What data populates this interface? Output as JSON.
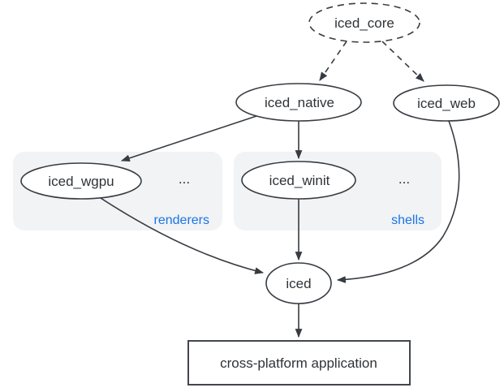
{
  "colors": {
    "background": "#ffffff",
    "stroke": "#373c42",
    "text": "#2f3337",
    "accent_blue": "#1a73e8",
    "group_fill": "#f1f3f4"
  },
  "nodes": {
    "iced_core": {
      "label": "iced_core",
      "shape": "ellipse-dashed"
    },
    "iced_native": {
      "label": "iced_native",
      "shape": "ellipse"
    },
    "iced_web": {
      "label": "iced_web",
      "shape": "ellipse"
    },
    "iced_wgpu": {
      "label": "iced_wgpu",
      "shape": "ellipse"
    },
    "iced_winit": {
      "label": "iced_winit",
      "shape": "ellipse"
    },
    "iced": {
      "label": "iced",
      "shape": "ellipse"
    }
  },
  "groups": {
    "renderers": {
      "label": "renderers",
      "ellipsis": "...",
      "members": [
        "iced_wgpu"
      ]
    },
    "shells": {
      "label": "shells",
      "ellipsis": "...",
      "members": [
        "iced_winit"
      ]
    }
  },
  "app_box": {
    "label": "cross-platform application"
  },
  "edges": [
    {
      "from": "iced_core",
      "to": "iced_native",
      "style": "dashed"
    },
    {
      "from": "iced_core",
      "to": "iced_web",
      "style": "dashed"
    },
    {
      "from": "iced_native",
      "to": "iced_wgpu",
      "style": "solid"
    },
    {
      "from": "iced_native",
      "to": "iced_winit",
      "style": "solid"
    },
    {
      "from": "iced_wgpu",
      "to": "iced",
      "style": "solid"
    },
    {
      "from": "iced_winit",
      "to": "iced",
      "style": "solid"
    },
    {
      "from": "iced_web",
      "to": "iced",
      "style": "solid"
    },
    {
      "from": "iced",
      "to": "cross-platform-application",
      "style": "solid"
    }
  ]
}
